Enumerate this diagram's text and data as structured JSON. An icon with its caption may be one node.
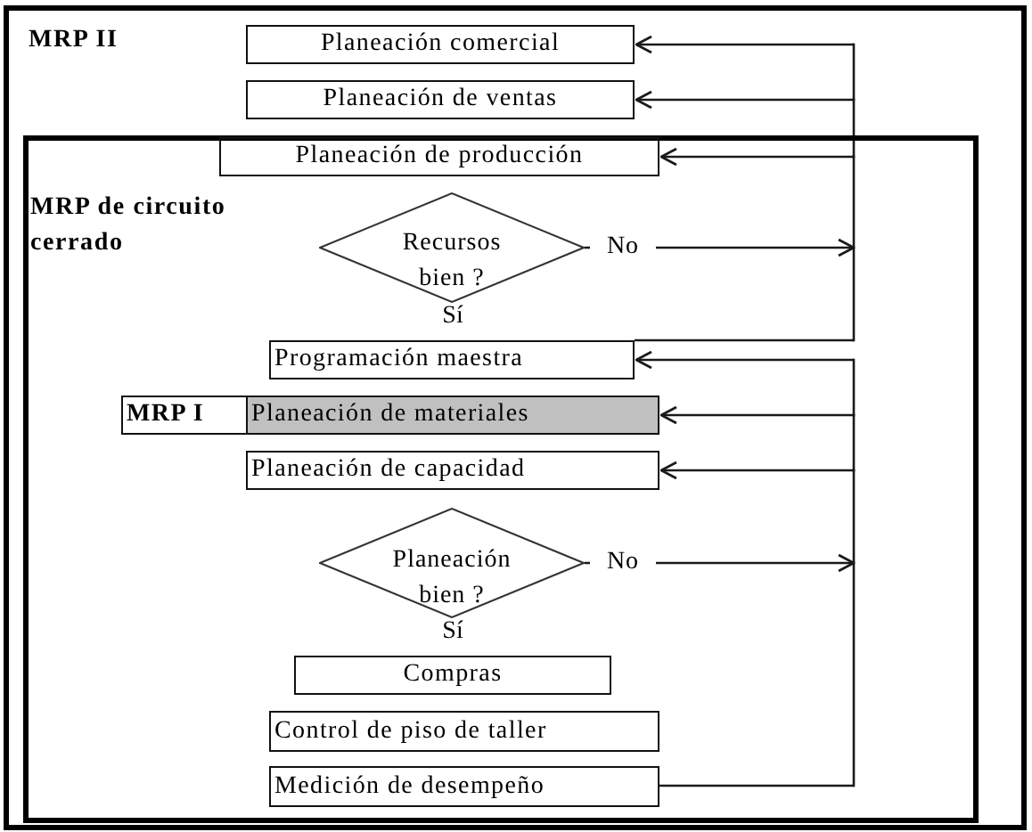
{
  "diagram": {
    "nodes": [
      {
        "text": [
          "MRP II"
        ]
      },
      {
        "text": [
          "Planeación comercial"
        ],
        "in": 0
      },
      {
        "text": [
          "Planeación de ventas"
        ],
        "in": 0
      },
      {
        "text": [
          "MRP de circuito cerrado"
        ],
        "in": 0
      },
      {
        "text": [
          "Planeación de producción"
        ],
        "in": 3
      },
      {
        "text": [
          "Recursos bien ?"
        ],
        "in": 3,
        "beside": [
          "Sí"
        ]
      },
      {
        "text": [
          "Programación maestra"
        ],
        "in": 3
      },
      {
        "text": [
          "MRP I"
        ],
        "in": 3
      },
      {
        "text": [
          "Planeación de materiales"
        ],
        "in": 3
      },
      {
        "text": [
          "Planeación de capacidad"
        ],
        "in": 3
      },
      {
        "text": [
          "Planeación bien ?"
        ],
        "in": 3,
        "beside": [
          "Sí"
        ]
      },
      {
        "text": [
          "Compras"
        ],
        "in": 3
      },
      {
        "text": [
          "Control de piso de taller"
        ],
        "in": 3
      },
      {
        "text": [
          "Medición de desempeño"
        ],
        "in": 3
      }
    ],
    "edges": [
      {
        "from": 5,
        "to": 1,
        "arrow": "to",
        "label": "No"
      },
      {
        "from": 5,
        "to": 2,
        "arrow": "to"
      },
      {
        "from": 5,
        "to": 4,
        "arrow": "to"
      },
      {
        "from": 6,
        "to": 1,
        "arrow": "to"
      },
      {
        "from": 6,
        "to": 2,
        "arrow": "to"
      },
      {
        "from": 6,
        "to": 4,
        "arrow": "to"
      },
      {
        "from": 10,
        "to": 6,
        "arrow": "to",
        "label": "No"
      },
      {
        "from": 10,
        "to": 8,
        "arrow": "to"
      },
      {
        "from": 10,
        "to": 9,
        "arrow": "to"
      },
      {
        "from": 13,
        "to": 6,
        "arrow": "to"
      },
      {
        "from": 13,
        "to": 8,
        "arrow": "to"
      },
      {
        "from": 13,
        "to": 9,
        "arrow": "to"
      }
    ]
  }
}
